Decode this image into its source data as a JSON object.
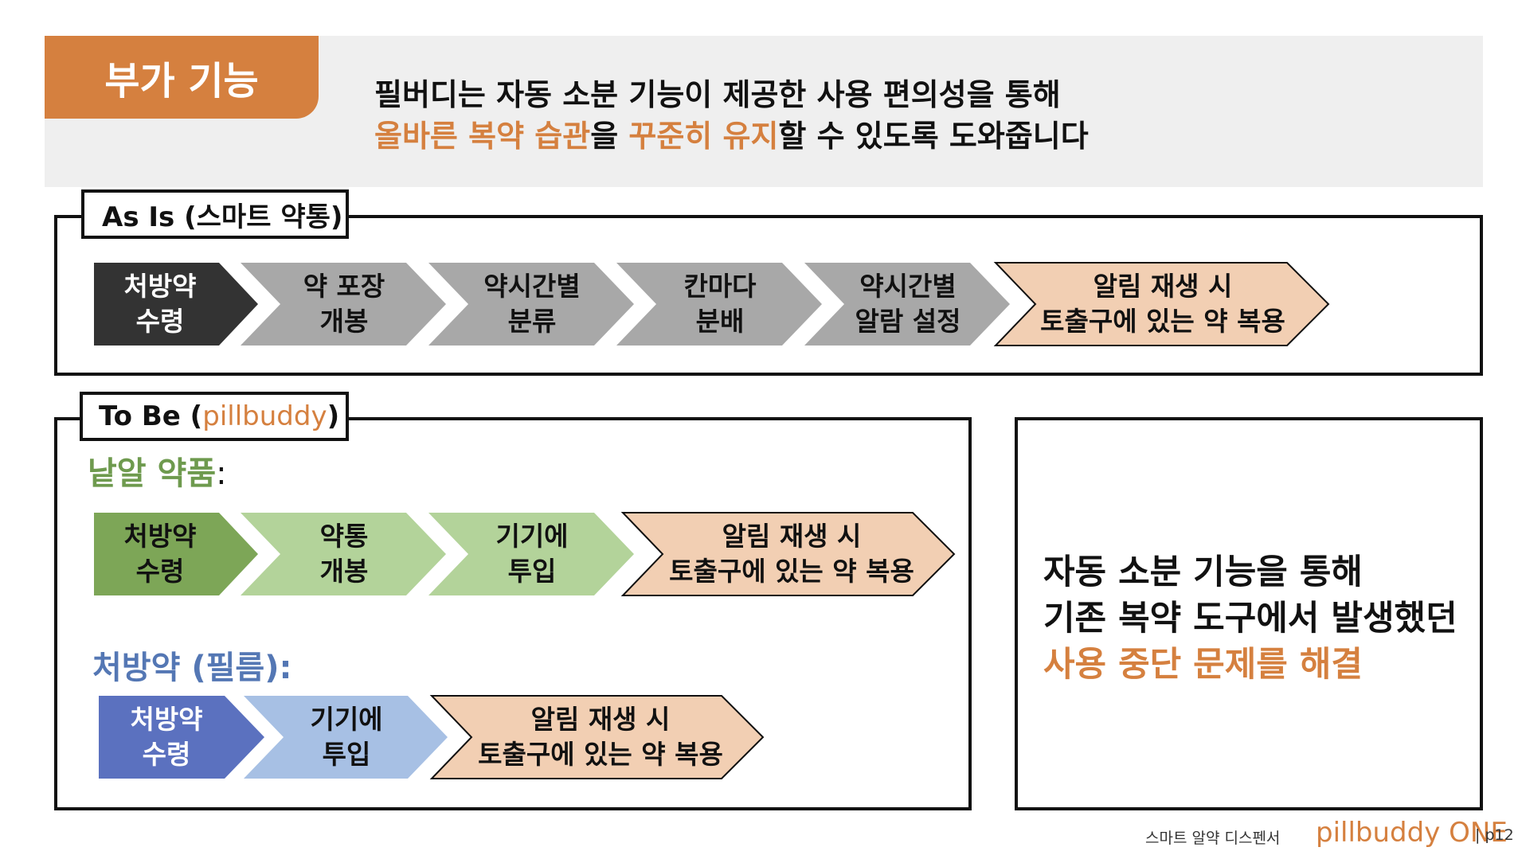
{
  "header": {
    "tag": "부가 기능",
    "line1": "필버디는 자동 소분 기능이 제공한 사용 편의성을 통해",
    "line2_accent1": "올바른 복약 습관",
    "line2_mid": "을 ",
    "line2_accent2": "꾸준히 유지",
    "line2_end": "할 수 있도록 도와줍니다"
  },
  "as_is": {
    "label": "As Is (스마트 약통)",
    "steps": [
      {
        "line1": "처방약",
        "line2": "수령"
      },
      {
        "line1": "약 포장",
        "line2": "개봉"
      },
      {
        "line1": "약시간별",
        "line2": "분류"
      },
      {
        "line1": "칸마다",
        "line2": "분배"
      },
      {
        "line1": "약시간별",
        "line2": "알람 설정"
      },
      {
        "line1": "알림 재생 시",
        "line2": "토출구에 있는 약 복용"
      }
    ]
  },
  "to_be": {
    "label_prefix": "To Be (",
    "label_logo": "pillbuddy",
    "label_suffix": ")",
    "loose": {
      "title": "낱알 약품",
      "colon": ":",
      "steps": [
        {
          "line1": "처방약",
          "line2": "수령"
        },
        {
          "line1": "약통",
          "line2": "개봉"
        },
        {
          "line1": "기기에",
          "line2": "투입"
        },
        {
          "line1": "알림 재생 시",
          "line2": "토출구에 있는 약 복용"
        }
      ]
    },
    "film": {
      "title": "처방약 (필름):",
      "steps": [
        {
          "line1": "처방약",
          "line2": "수령"
        },
        {
          "line1": "기기에",
          "line2": "투입"
        },
        {
          "line1": "알림 재생 시",
          "line2": "토출구에 있는 약 복용"
        }
      ]
    }
  },
  "result": {
    "line1": "자동 소분 기능을 통해",
    "line2": "기존 복약 도구에서 발생했던",
    "line3": "사용 중단 문제를 해결"
  },
  "footer": {
    "text": "스마트 알약 디스펜서",
    "logo": "pillbuddy ONE",
    "page": "| p12"
  },
  "colors": {
    "orange": "#d5803f",
    "peach": "#f2cfb3",
    "dark": "#333333",
    "gray": "#a8a8a8",
    "green": "#7da657",
    "light_green": "#b3d39a",
    "blue": "#5b71bf",
    "light_blue": "#a7c0e4"
  }
}
